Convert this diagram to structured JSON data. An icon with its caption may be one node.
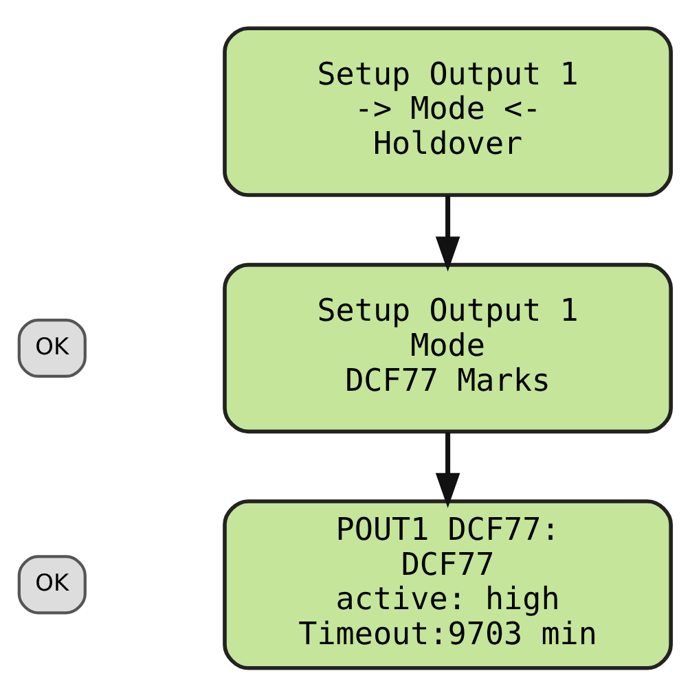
{
  "diagram": {
    "nodes": [
      {
        "text": [
          "Setup Output 1",
          "-> Mode <-",
          "Holdover"
        ]
      },
      {
        "text": [
          "OK"
        ]
      },
      {
        "text": [
          "Setup Output 1",
          "Mode",
          "DCF77 Marks"
        ]
      },
      {
        "text": [
          "OK"
        ]
      },
      {
        "text": [
          "POUT1 DCF77:",
          "DCF77",
          "active: high",
          "Timeout:9703 min"
        ]
      }
    ],
    "edges": [
      {
        "from": 0,
        "to": 2,
        "arrow": "to"
      },
      {
        "from": 2,
        "to": 4,
        "arrow": "to"
      }
    ]
  }
}
